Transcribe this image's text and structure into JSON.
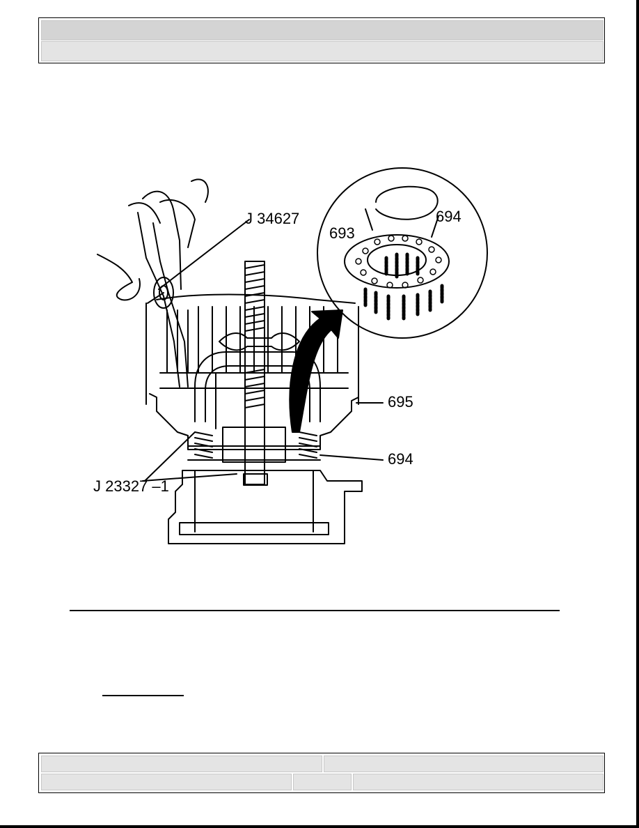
{
  "figure": {
    "labels": {
      "tool_j34627": "J 34627",
      "tool_j23327": "J 23327 –1",
      "part_693": "693",
      "part_694_inset": "694",
      "part_695": "695",
      "part_694_main": "694"
    }
  }
}
